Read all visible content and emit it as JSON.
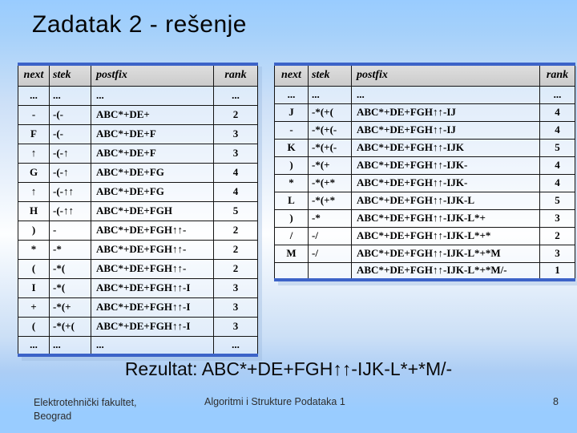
{
  "slide": {
    "title": "Zadatak 2 - rešenje",
    "result_line": "Rezultat: ABC*+DE+FGH↑↑-IJK-L*+*M/-",
    "footer": {
      "left_line1": "Elektrotehnički fakultet,",
      "left_line2": "Beograd",
      "center": "Algoritmi i Strukture Podataka 1",
      "page_number": "8"
    }
  },
  "colors": {
    "background_blue": "#99ccff",
    "table_accent_blue": "#3c63c8",
    "header_gray": "#d5d5d5",
    "text_black": "#000000"
  },
  "tables": {
    "headers": [
      "next",
      "stek",
      "postfix",
      "rank"
    ],
    "left": {
      "rows": [
        [
          "...",
          "...",
          "...",
          "..."
        ],
        [
          "-",
          "-(-",
          "ABC*+DE+",
          "2"
        ],
        [
          "F",
          "-(-",
          "ABC*+DE+F",
          "3"
        ],
        [
          "↑",
          "-(-↑",
          "ABC*+DE+F",
          "3"
        ],
        [
          "G",
          "-(-↑",
          "ABC*+DE+FG",
          "4"
        ],
        [
          "↑",
          "-(-↑↑",
          "ABC*+DE+FG",
          "4"
        ],
        [
          "H",
          "-(-↑↑",
          "ABC*+DE+FGH",
          "5"
        ],
        [
          ")",
          "-",
          "ABC*+DE+FGH↑↑-",
          "2"
        ],
        [
          "*",
          "-*",
          "ABC*+DE+FGH↑↑-",
          "2"
        ],
        [
          "(",
          "-*(",
          "ABC*+DE+FGH↑↑-",
          "2"
        ],
        [
          "I",
          "-*(",
          "ABC*+DE+FGH↑↑-I",
          "3"
        ],
        [
          "+",
          "-*(+",
          "ABC*+DE+FGH↑↑-I",
          "3"
        ],
        [
          "(",
          "-*(+(",
          "ABC*+DE+FGH↑↑-I",
          "3"
        ],
        [
          "...",
          "...",
          "...",
          "..."
        ]
      ]
    },
    "right": {
      "rows": [
        [
          "...",
          "...",
          "...",
          "..."
        ],
        [
          "J",
          "-*(+(",
          "ABC*+DE+FGH↑↑-IJ",
          "4"
        ],
        [
          "-",
          "-*(+(-",
          "ABC*+DE+FGH↑↑-IJ",
          "4"
        ],
        [
          "K",
          "-*(+(-",
          "ABC*+DE+FGH↑↑-IJK",
          "5"
        ],
        [
          ")",
          "-*(+",
          "ABC*+DE+FGH↑↑-IJK-",
          "4"
        ],
        [
          "*",
          "-*(+*",
          "ABC*+DE+FGH↑↑-IJK-",
          "4"
        ],
        [
          "L",
          "-*(+*",
          "ABC*+DE+FGH↑↑-IJK-L",
          "5"
        ],
        [
          ")",
          "-*",
          "ABC*+DE+FGH↑↑-IJK-L*+",
          "3"
        ],
        [
          "/",
          "-/",
          "ABC*+DE+FGH↑↑-IJK-L*+*",
          "2"
        ],
        [
          "M",
          "-/",
          "ABC*+DE+FGH↑↑-IJK-L*+*M",
          "3"
        ],
        [
          "",
          "",
          "ABC*+DE+FGH↑↑-IJK-L*+*M/-",
          "1"
        ]
      ]
    }
  }
}
